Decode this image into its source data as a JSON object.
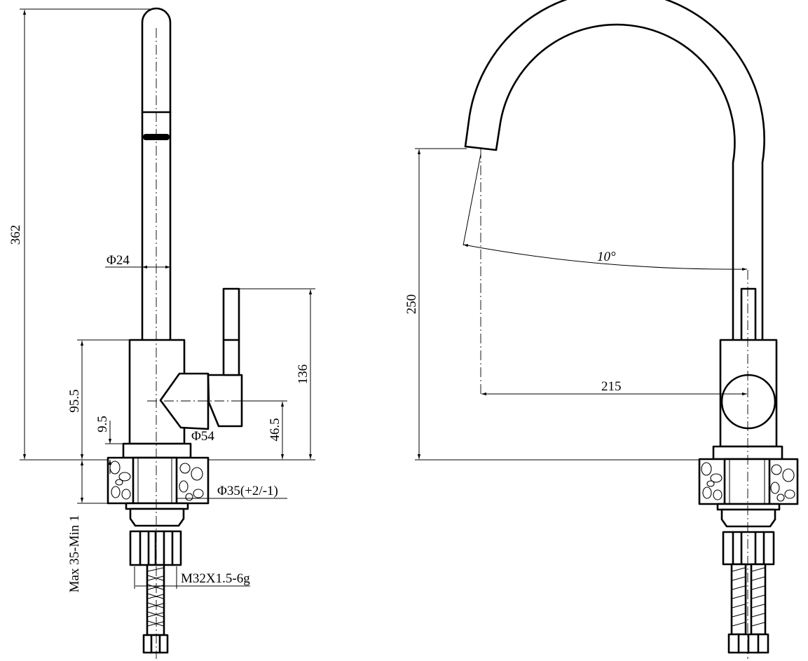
{
  "dimensions": {
    "overall_height": "362",
    "spout_diameter": "Φ24",
    "body_height": "95.5",
    "base_collar": "9.5",
    "body_diameter": "Φ54",
    "handle_axis_height": "46.5",
    "handle_height": "136",
    "hole_diameter": "Φ35(+2/-1)",
    "deck_thickness": "Max 35-Min 1",
    "thread": "M32X1.5-6g",
    "spout_outlet_height": "250",
    "swivel_angle": "10°",
    "spout_reach": "215"
  },
  "colors": {
    "line": "#000000",
    "background": "#ffffff"
  }
}
